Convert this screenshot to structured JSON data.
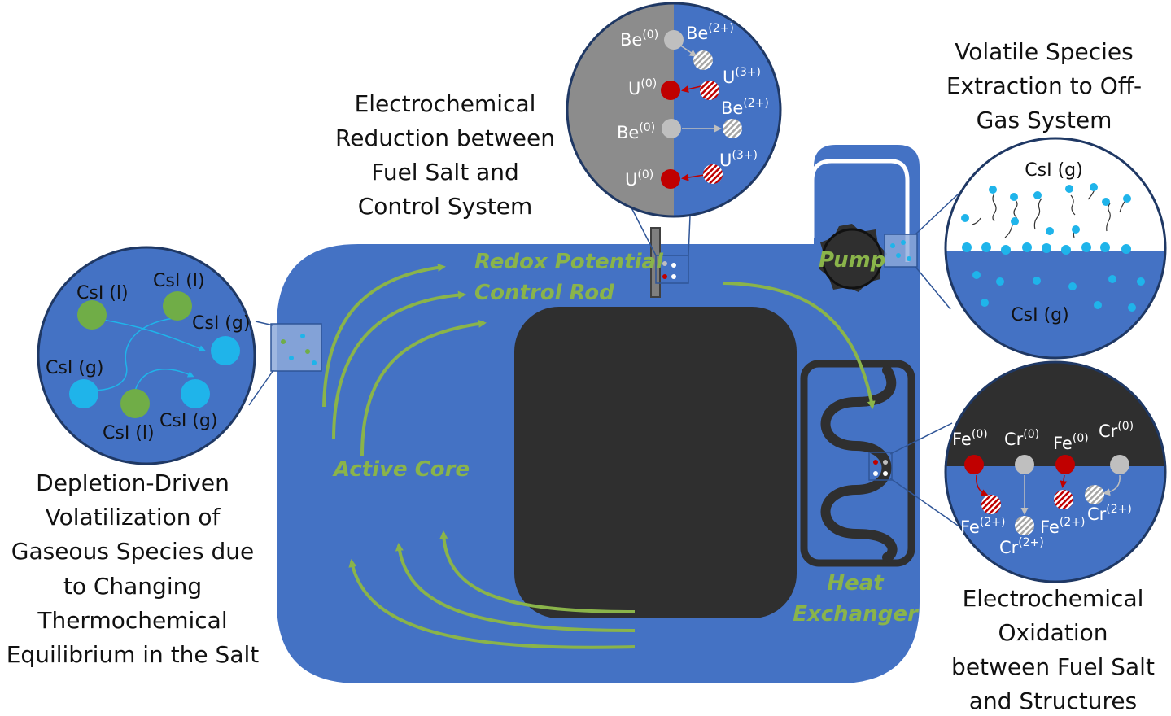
{
  "captions": {
    "depletion": [
      "Depletion-Driven",
      "Volatilization of",
      "Gaseous Species due",
      "to Changing",
      "Thermochemical",
      "Equilibrium in the Salt"
    ],
    "reduction": [
      "Electrochemical",
      "Reduction between",
      "Fuel Salt and",
      "Control System"
    ],
    "volatile": [
      "Volatile Species",
      "Extraction to Off-",
      "Gas System"
    ],
    "oxidation": [
      "Electrochemical",
      "Oxidation",
      "between Fuel Salt",
      "and Structures"
    ]
  },
  "vessel_labels": {
    "redox_rod": [
      "Redox Potential",
      "Control Rod"
    ],
    "active_core": "Active Core",
    "pump": "Pump",
    "heat_exchanger": [
      "Heat",
      "Exchanger"
    ]
  },
  "left_circle": {
    "liquid_label": "CsI (l)",
    "gas_label": "CsI (g)"
  },
  "top_circle": {
    "be0": {
      "base": "Be",
      "sup": "(0)"
    },
    "be2": {
      "base": "Be",
      "sup": "(2+)"
    },
    "u0": {
      "base": "U",
      "sup": "(0)"
    },
    "u3": {
      "base": "U",
      "sup": "(3+)"
    }
  },
  "right_top_circle": {
    "gas_label": "CsI (g)"
  },
  "right_bottom_circle": {
    "fe0": {
      "base": "Fe",
      "sup": "(0)"
    },
    "cr0": {
      "base": "Cr",
      "sup": "(0)"
    },
    "fe2": {
      "base": "Fe",
      "sup": "(2+)"
    },
    "cr2": {
      "base": "Cr",
      "sup": "(2+)"
    }
  },
  "colors": {
    "salt_blue": "#4472c4",
    "core_dark": "#2f2f2f",
    "flow_green": "#8ab44a",
    "liquid_green": "#70ad47",
    "gas_cyan": "#1fb4ea",
    "metal_red": "#c00000",
    "metal_gray": "#bfbfbf",
    "electrode_gray": "#808080"
  }
}
